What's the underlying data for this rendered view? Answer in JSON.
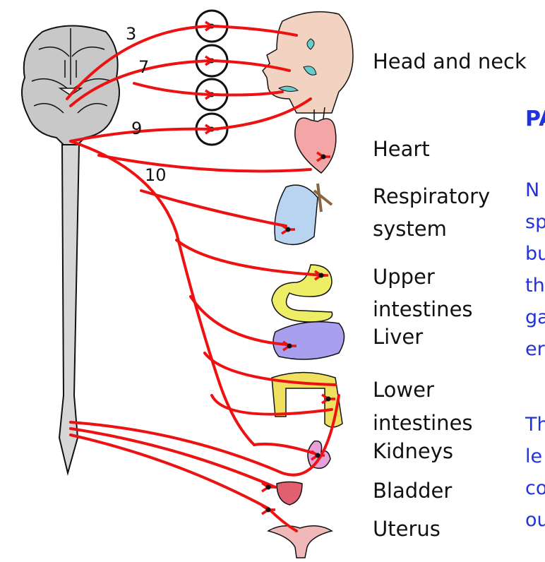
{
  "colors": {
    "nerve": "#ee1111",
    "brain_fill": "#c8c8c8",
    "text": "#111111",
    "side_text": "#2233dd",
    "heart": "#f4a6a6",
    "lung": "#b8d4f0",
    "stomach": "#eeee66",
    "liver": "#a8a0ee",
    "colon": "#f0e060",
    "kidney": "#e8a0d8",
    "bladder": "#e06070",
    "uterus": "#f0b8b8",
    "face_gland": "#66cccc"
  },
  "nerve_numbers": {
    "n3": "3",
    "n7": "7",
    "n9": "9",
    "n10": "10"
  },
  "organs": {
    "head_neck": "Head and neck",
    "heart": "Heart",
    "respiratory_1": "Respiratory",
    "respiratory_2": "system",
    "upper_int_1": "Upper",
    "upper_int_2": "intestines",
    "liver": "Liver",
    "lower_int_1": "Lower",
    "lower_int_2": "intestines",
    "kidneys": "Kidneys",
    "bladder": "Bladder",
    "uterus": "Uterus"
  },
  "side_panel": {
    "title": "PA",
    "lines": [
      "N",
      "sp",
      "bu",
      "th",
      "ga",
      "er",
      "Th",
      "le",
      "co",
      "ou"
    ]
  },
  "icons": [
    "brain-icon",
    "spinal-cord-icon",
    "ganglion-icon",
    "face-icon",
    "heart-icon",
    "lung-icon",
    "stomach-icon",
    "liver-icon",
    "colon-icon",
    "kidney-icon",
    "bladder-icon",
    "uterus-icon"
  ]
}
